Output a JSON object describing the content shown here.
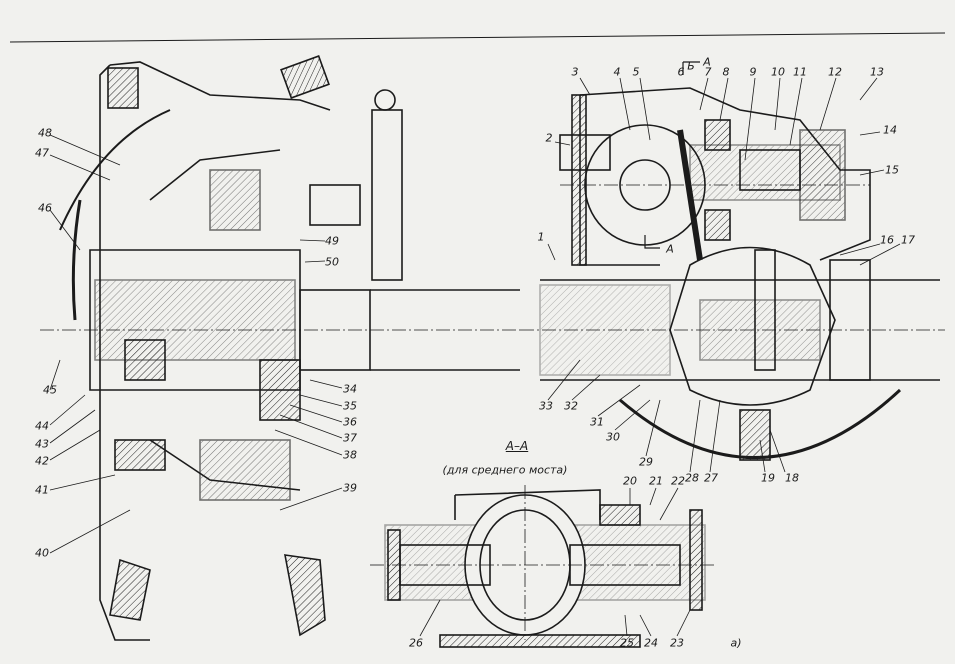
{
  "figure": {
    "section_mark_top": "Б",
    "section_arrow_label": "А",
    "section_title": "А–А",
    "section_subtitle": "(для среднего моста)",
    "figure_letter": "а)",
    "callouts": [
      "1",
      "2",
      "3",
      "4",
      "5",
      "6",
      "7",
      "8",
      "9",
      "10",
      "11",
      "12",
      "13",
      "14",
      "15",
      "16",
      "17",
      "18",
      "19",
      "20",
      "21",
      "22",
      "23",
      "24",
      "25",
      "26",
      "27",
      "28",
      "29",
      "30",
      "31",
      "32",
      "33",
      "34",
      "35",
      "36",
      "37",
      "38",
      "39",
      "40",
      "41",
      "42",
      "43",
      "44",
      "45",
      "46",
      "47",
      "48",
      "49",
      "50"
    ]
  },
  "colors": {
    "paper": "#f1f1ee",
    "ink": "#1b1b1b"
  }
}
